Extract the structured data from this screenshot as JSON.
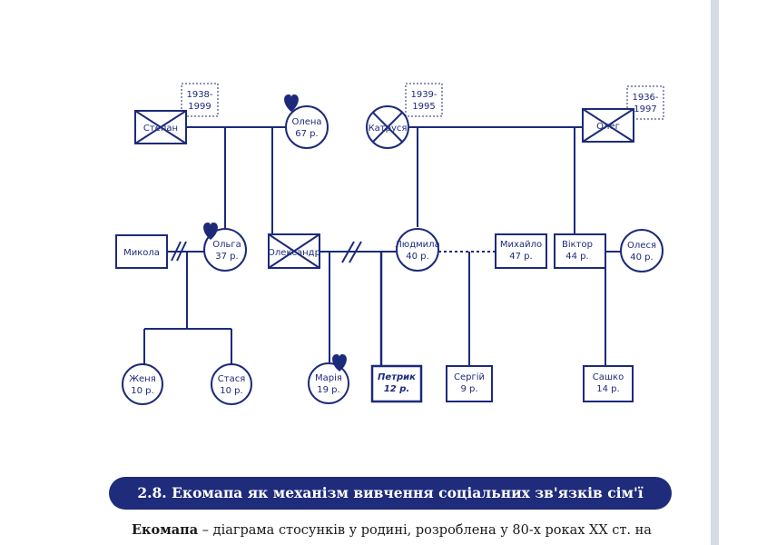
{
  "genogram": {
    "people": {
      "stepan": {
        "name": "Степан"
      },
      "olena": {
        "name": "Олена",
        "age": "67 р."
      },
      "kateryna": {
        "name": "Катруся"
      },
      "oleh": {
        "name": "Олег"
      },
      "mykola": {
        "name": "Микола"
      },
      "olha": {
        "name": "Ольга",
        "age": "37 р."
      },
      "oleksandr": {
        "name": "Олександр"
      },
      "liudmyla": {
        "name": "Людмила",
        "age": "40 р."
      },
      "mykhailo": {
        "name": "Михайло",
        "age": "47 р."
      },
      "viktor": {
        "name": "Віктор",
        "age": "44 р."
      },
      "olesia": {
        "name": "Олеся",
        "age": "40 р."
      },
      "zhenia": {
        "name": "Женя",
        "age": "10 р."
      },
      "stasia": {
        "name": "Стася",
        "age": "10 р."
      },
      "mariia": {
        "name": "Марія",
        "age": "19 р."
      },
      "petryk": {
        "name": "Петрик",
        "age": "12 р."
      },
      "serhii": {
        "name": "Сергій",
        "age": "9 р."
      },
      "sashko": {
        "name": "Сашко",
        "age": "14 р."
      }
    },
    "dates": {
      "stepan": [
        "1938-",
        "1999"
      ],
      "kateryna": [
        "1939-",
        "1995"
      ],
      "oleh": [
        "1936-",
        "1997"
      ]
    }
  },
  "section": {
    "title": "2.8. Екомапа як механізм вивчення соціальних зв'язків сім'ї"
  },
  "paragraph": {
    "term": "Екомапа",
    "text": " – діаграма стосунків у родині, розроблена у 80-х роках XX ст. на"
  },
  "colors": {
    "ink": "#1d2a7a",
    "banner": "#1f2b7b"
  }
}
